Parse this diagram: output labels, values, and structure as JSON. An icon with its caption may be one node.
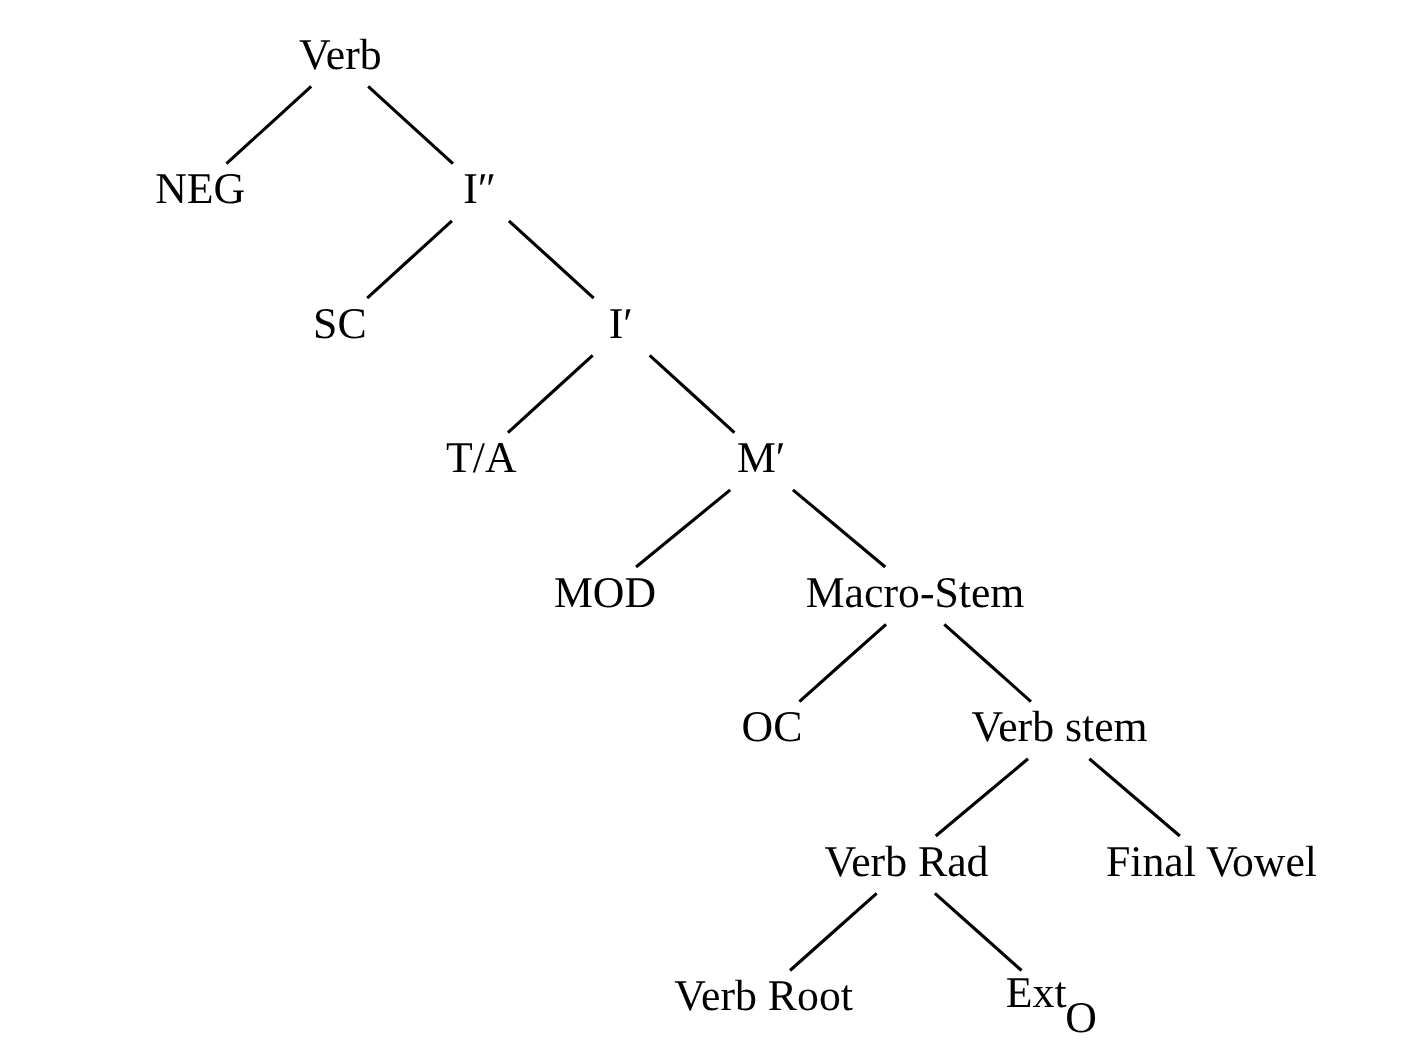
{
  "diagram": {
    "nodes": [
      {
        "text": [
          "Verb"
        ]
      },
      {
        "text": [
          "NEG"
        ]
      },
      {
        "text": [
          "I″"
        ]
      },
      {
        "text": [
          "SC"
        ]
      },
      {
        "text": [
          "I′"
        ]
      },
      {
        "text": [
          "T/A"
        ]
      },
      {
        "text": [
          "M′"
        ]
      },
      {
        "text": [
          "MOD"
        ]
      },
      {
        "text": [
          "Macro-Stem"
        ]
      },
      {
        "text": [
          "OC"
        ]
      },
      {
        "text": [
          "Verb stem"
        ]
      },
      {
        "text": [
          "Verb Rad"
        ]
      },
      {
        "text": [
          "Final Vowel"
        ]
      },
      {
        "text": [
          "Verb Root"
        ]
      },
      {
        "text": [
          "Ext$_{O}$"
        ]
      }
    ],
    "edges": [
      {
        "from": 0,
        "to": 1,
        "arrow": "none"
      },
      {
        "from": 0,
        "to": 2,
        "arrow": "none"
      },
      {
        "from": 2,
        "to": 3,
        "arrow": "none"
      },
      {
        "from": 2,
        "to": 4,
        "arrow": "none"
      },
      {
        "from": 4,
        "to": 5,
        "arrow": "none"
      },
      {
        "from": 4,
        "to": 6,
        "arrow": "none"
      },
      {
        "from": 6,
        "to": 7,
        "arrow": "none"
      },
      {
        "from": 6,
        "to": 8,
        "arrow": "none"
      },
      {
        "from": 8,
        "to": 9,
        "arrow": "none"
      },
      {
        "from": 8,
        "to": 10,
        "arrow": "none"
      },
      {
        "from": 10,
        "to": 11,
        "arrow": "none"
      },
      {
        "from": 10,
        "to": 12,
        "arrow": "none"
      },
      {
        "from": 11,
        "to": 13,
        "arrow": "none"
      },
      {
        "from": 11,
        "to": 14,
        "arrow": "none"
      }
    ]
  }
}
